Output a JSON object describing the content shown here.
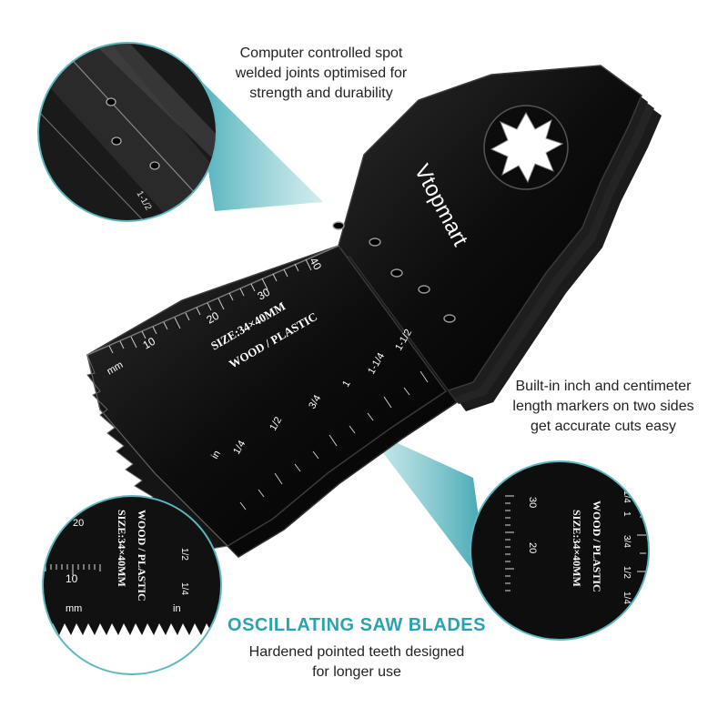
{
  "brand": "Vtopmart",
  "blade_marking": {
    "size": "SIZE:34×40MM",
    "material": "WOOD / PLASTIC",
    "unit_mm": "mm",
    "unit_in": "in"
  },
  "mm_scale": [
    "10",
    "20",
    "30",
    "40"
  ],
  "inch_scale": [
    "1/4",
    "1/2",
    "3/4",
    "1",
    "1-1/4",
    "1-1/2"
  ],
  "callouts": {
    "spot_weld": [
      "Computer controlled spot",
      "welded joints optimised for",
      "strength and durability"
    ],
    "length_markers": [
      "Built-in inch and centimeter",
      "length markers on two sides",
      "get accurate cuts easy"
    ]
  },
  "headline": "OSCILLATING SAW BLADES",
  "subline": [
    "Hardened pointed teeth designed",
    "for longer use"
  ],
  "colors": {
    "accent": "#2aa3b0",
    "blade": "#0b0b0b",
    "ring": "#5fb7c0"
  }
}
